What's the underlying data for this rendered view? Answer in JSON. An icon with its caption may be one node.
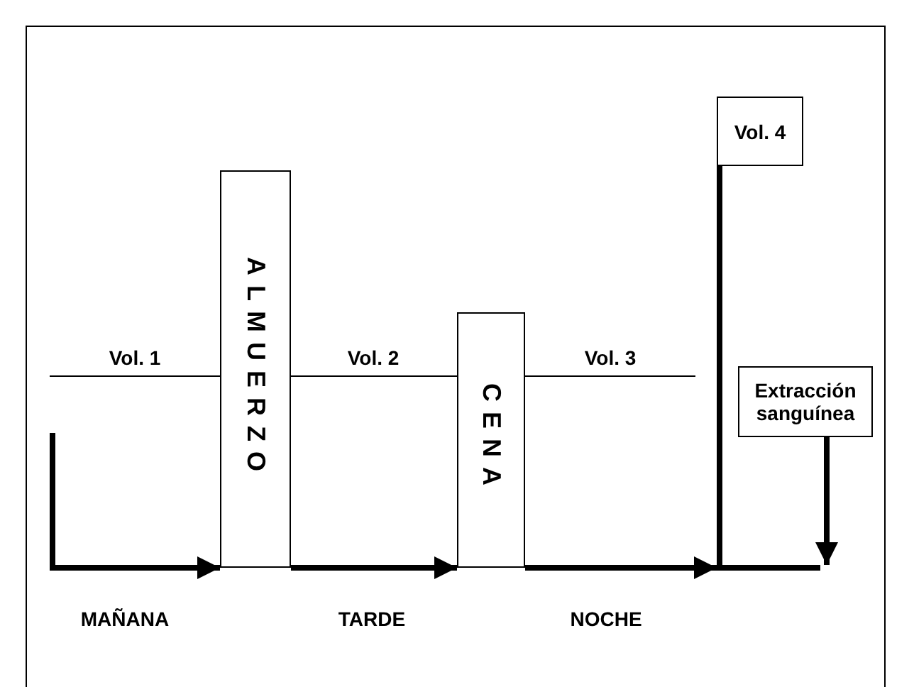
{
  "diagram": {
    "nodes": [
      {
        "text": [
          "ALMUERZO"
        ]
      },
      {
        "text": [
          "CENA"
        ]
      },
      {
        "text": [
          "Vol. 4"
        ]
      },
      {
        "text": [
          "Extracción sanguínea"
        ]
      }
    ],
    "edges": [
      {
        "from": null,
        "to": 0,
        "arrow": "to"
      },
      {
        "from": 0,
        "to": 1,
        "arrow": "to"
      },
      {
        "from": 1,
        "to": null,
        "arrow": "to"
      },
      {
        "from": 2,
        "to": null,
        "arrow": "none"
      },
      {
        "from": 3,
        "to": null,
        "arrow": "to"
      }
    ],
    "labels": [
      "Vol. 1",
      "Vol. 2",
      "Vol. 3",
      "MAÑANA",
      "TARDE",
      "NOCHE"
    ]
  }
}
